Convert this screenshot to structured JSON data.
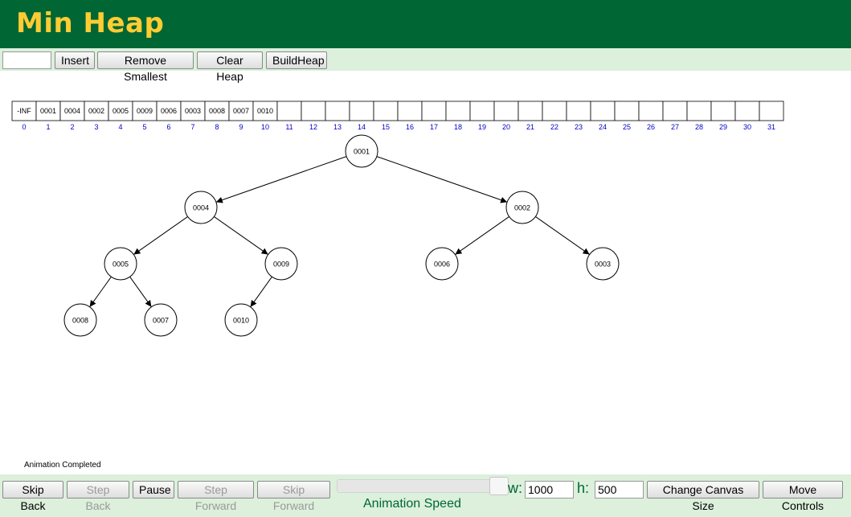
{
  "app": {
    "title": "Min Heap"
  },
  "controls": {
    "value_input": "",
    "insert_label": "Insert",
    "remove_smallest_label": "Remove Smallest",
    "clear_heap_label": "Clear Heap",
    "build_heap_label": "BuildHeap"
  },
  "heap": {
    "array": [
      "-INF",
      "0001",
      "0004",
      "0002",
      "0005",
      "0009",
      "0006",
      "0003",
      "0008",
      "0007",
      "0010",
      "",
      "",
      "",
      "",
      "",
      "",
      "",
      "",
      "",
      "",
      "",
      "",
      "",
      "",
      "",
      "",
      "",
      "",
      "",
      "",
      ""
    ],
    "indices": [
      "0",
      "1",
      "2",
      "3",
      "4",
      "5",
      "6",
      "7",
      "8",
      "9",
      "10",
      "11",
      "12",
      "13",
      "14",
      "15",
      "16",
      "17",
      "18",
      "19",
      "20",
      "21",
      "22",
      "23",
      "24",
      "25",
      "26",
      "27",
      "28",
      "29",
      "30",
      "31"
    ],
    "tree_nodes": [
      {
        "index": 1,
        "value": "0001"
      },
      {
        "index": 2,
        "value": "0004"
      },
      {
        "index": 3,
        "value": "0002"
      },
      {
        "index": 4,
        "value": "0005"
      },
      {
        "index": 5,
        "value": "0009"
      },
      {
        "index": 6,
        "value": "0006"
      },
      {
        "index": 7,
        "value": "0003"
      },
      {
        "index": 8,
        "value": "0008"
      },
      {
        "index": 9,
        "value": "0007"
      },
      {
        "index": 10,
        "value": "0010"
      }
    ],
    "index_color": "#0000cc"
  },
  "status": {
    "text": "Animation Completed"
  },
  "animation": {
    "skip_back_label": "Skip Back",
    "step_back_label": "Step Back",
    "pause_label": "Pause",
    "step_forward_label": "Step Forward",
    "skip_forward_label": "Skip Forward",
    "speed_label": "Animation Speed"
  },
  "canvas_size": {
    "w_label": "w:",
    "w_value": "1000",
    "h_label": "h:",
    "h_value": "500",
    "change_label": "Change Canvas Size",
    "move_controls_label": "Move Controls"
  },
  "colors": {
    "header_bg": "#006633",
    "title": "#ffcc33",
    "bar_bg": "#dcf0dc",
    "accent_text": "#006633"
  }
}
